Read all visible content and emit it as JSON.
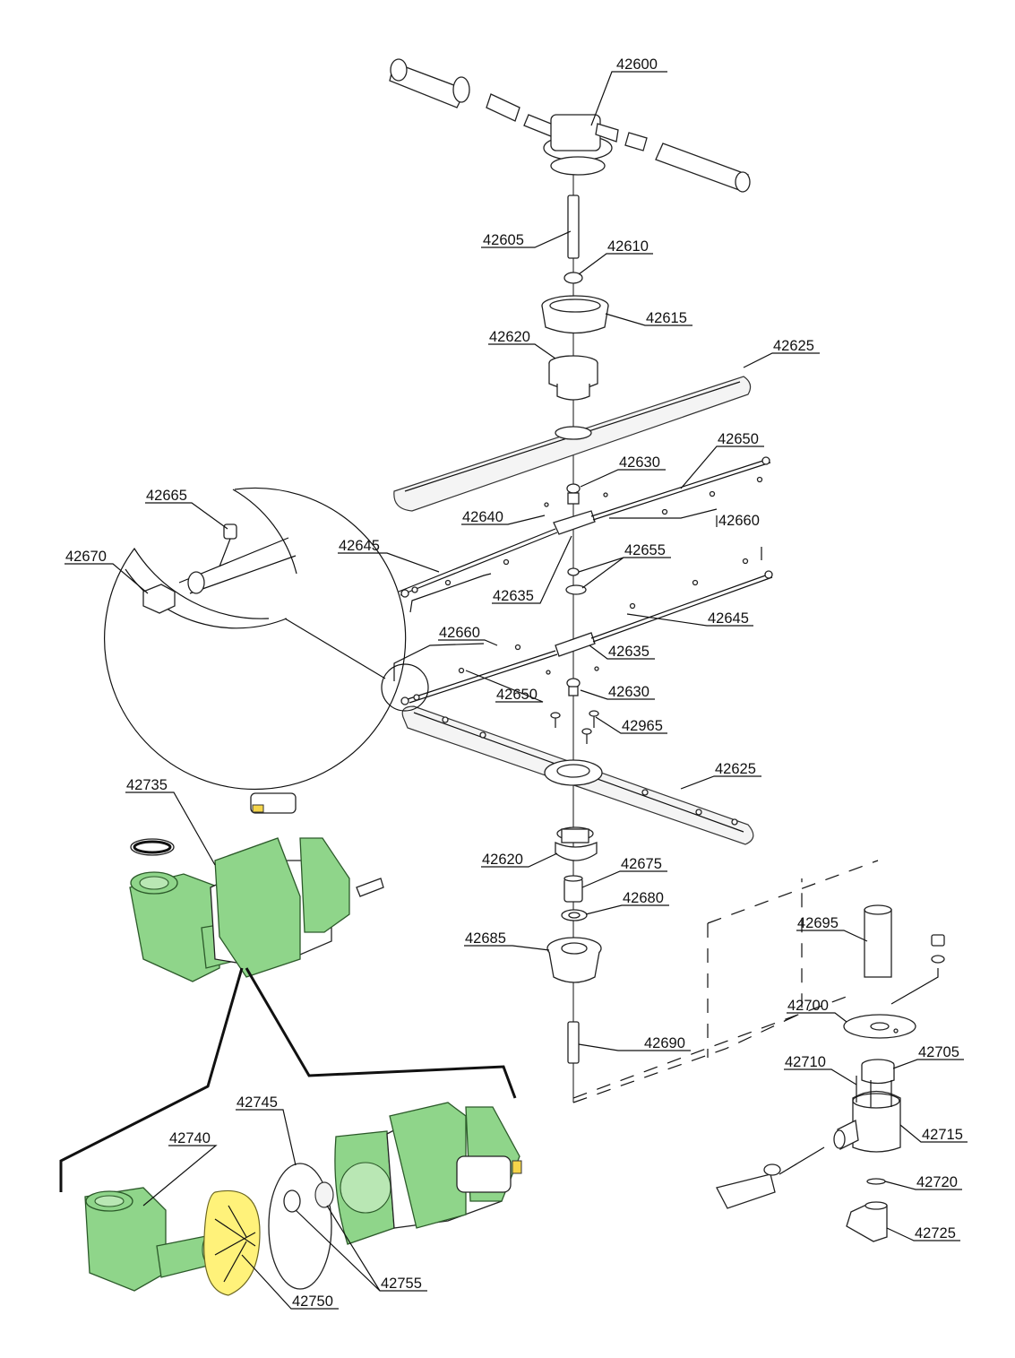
{
  "labels": {
    "p42600": "42600",
    "p42605": "42605",
    "p42610": "42610",
    "p42615": "42615",
    "p42620a": "42620",
    "p42625a": "42625",
    "p42650a": "42650",
    "p42630a": "42630",
    "p42640": "42640",
    "p42660a": "42660",
    "p42665": "42665",
    "p42670": "42670",
    "p42645a": "42645",
    "p42655": "42655",
    "p42635a": "42635",
    "p42645b": "42645",
    "p42660b": "42660",
    "p42635b": "42635",
    "p42650b": "42650",
    "p42630b": "42630",
    "p42965": "42965",
    "p42625b": "42625",
    "p42735": "42735",
    "p42620b": "42620",
    "p42675": "42675",
    "p42680": "42680",
    "p42685": "42685",
    "p42695": "42695",
    "p42700": "42700",
    "p42690": "42690",
    "p42705": "42705",
    "p42710": "42710",
    "p42715": "42715",
    "p42745": "42745",
    "p42740": "42740",
    "p42720": "42720",
    "p42725": "42725",
    "p42755": "42755",
    "p42750": "42750"
  },
  "colors": {
    "motor_green": "#8fd58a",
    "impeller_yellow": "#fff27a",
    "line": "#111111"
  }
}
